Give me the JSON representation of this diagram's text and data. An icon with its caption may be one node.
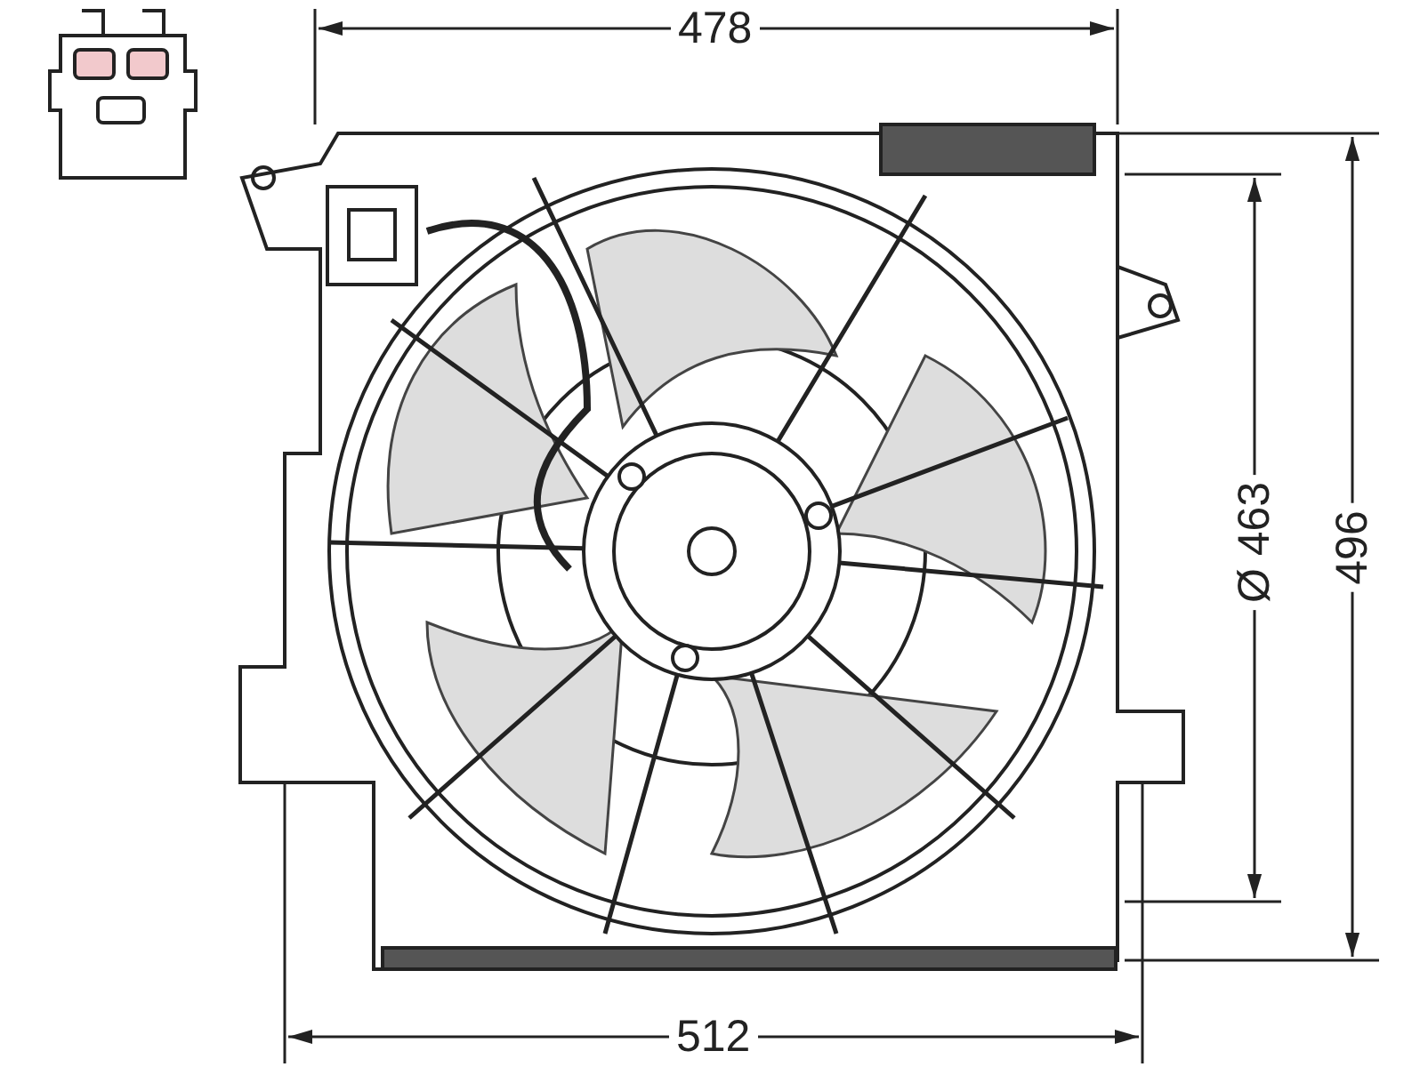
{
  "diagram": {
    "labels": [
      "478",
      "Ø 463",
      "496",
      "512"
    ]
  }
}
